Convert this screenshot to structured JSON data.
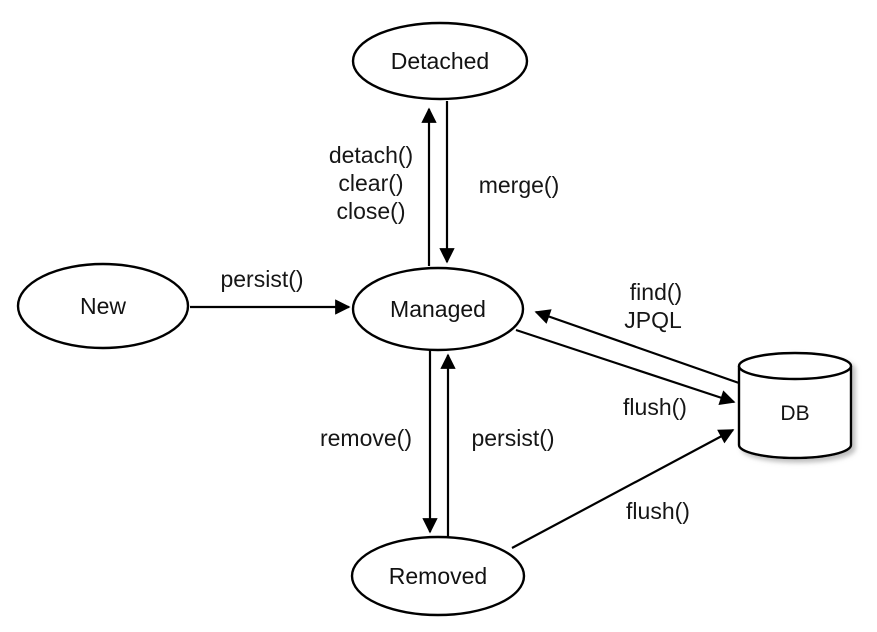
{
  "diagram": {
    "background": "#ffffff",
    "stroke_color": "#000000",
    "text_color": "#121212"
  },
  "nodes": {
    "new": {
      "label": "New"
    },
    "managed": {
      "label": "Managed"
    },
    "detached": {
      "label": "Detached"
    },
    "removed": {
      "label": "Removed"
    },
    "db": {
      "label": "DB"
    }
  },
  "edges": {
    "new_to_managed": {
      "label": "persist()"
    },
    "managed_to_detached": {
      "labels": [
        "detach()",
        "clear()",
        "close()"
      ]
    },
    "detached_to_managed": {
      "label": "merge()"
    },
    "db_to_managed": {
      "labels": [
        "find()",
        "JPQL"
      ]
    },
    "managed_to_db": {
      "label": "flush()"
    },
    "managed_to_removed": {
      "label": "remove()"
    },
    "removed_to_managed": {
      "label": "persist()"
    },
    "removed_to_db": {
      "label": "flush()"
    }
  }
}
